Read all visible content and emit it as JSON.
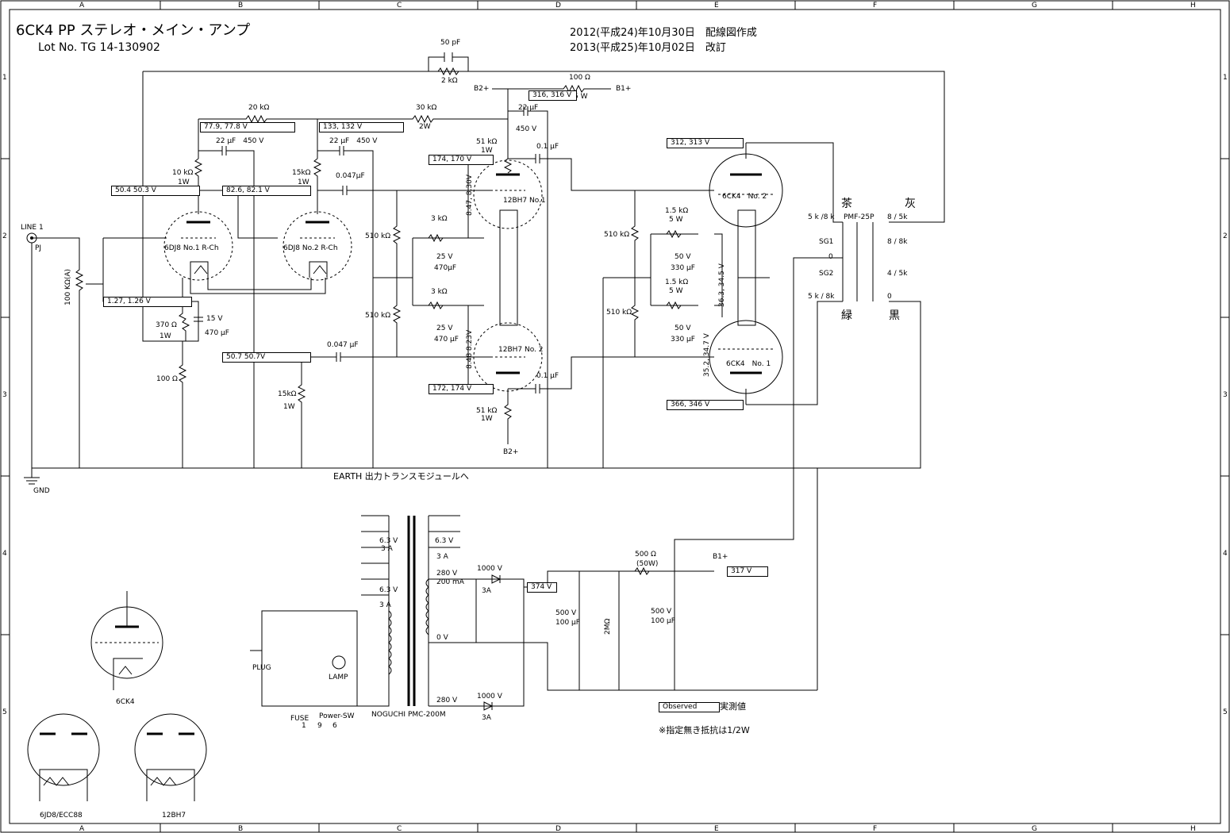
{
  "title": "6CK4 PP ステレオ・メイン・アンプ",
  "lot": "Lot No. TG 14-130902",
  "dates": {
    "created": "2012(平成24)年10月30日　配線図作成",
    "revised": "2013(平成25)年10月02日　改訂"
  },
  "border": {
    "cols": [
      "A",
      "B",
      "C",
      "D",
      "E",
      "F",
      "G",
      "H"
    ],
    "rows": [
      "1",
      "2",
      "3",
      "4",
      "5"
    ]
  },
  "tubes": {
    "v1": "6DJ8 No.1 R-Ch",
    "v2": "6DJ8 No.2 R-Ch",
    "v3": "12BH7 No.1",
    "v4": "12BH7 No. 2",
    "v5": "6CK4　No. 2",
    "v6": "6CK4　No. 1"
  },
  "components": {
    "c50p": "50 pF",
    "r2k": "2 kΩ",
    "r100": "100 Ω",
    "r100w": "5 W",
    "b2plus": "B2+",
    "b1plus": "B1+",
    "r20k": "20 kΩ",
    "r30k": "30 kΩ",
    "r30kw": "2W",
    "c22a": "22 μF",
    "c22a_v": "450 V",
    "c22b": "22 μF　450 V",
    "c22c": "22 μF　450 V",
    "r51k_top": "51 kΩ",
    "r51k_top_w": "1W",
    "r51k_bot": "51 kΩ",
    "r51k_bot_w": "1W",
    "c01_top": "0.1 μF",
    "c01_bot": "0.1 μF",
    "r10k": "10 kΩ",
    "r10k_w": "1W",
    "r15k": "15kΩ",
    "r15k_w": "1W",
    "c047a": "0.047μF",
    "c047b": "0.047 μF",
    "r3k_a": "3 kΩ",
    "r3k_b": "3 kΩ",
    "c25a": "25 V",
    "c470a": "470μF",
    "c25b": "25 V",
    "c470b": "470 μF",
    "r510a": "510 kΩ",
    "r510b": "510 kΩ",
    "r510c": "510 kΩ",
    "r510d": "510 kΩ",
    "r15ka": "1.5 kΩ",
    "r15ka_w": "5 W",
    "c50a": "50 V",
    "c330a": "330 μF",
    "r15kb": "1.5 kΩ",
    "r15kb_w": "5 W",
    "c50b": "50 V",
    "c330b": "330 μF",
    "r370": "370 Ω",
    "r370_w": "1W",
    "c15": "15 V",
    "c470c": "470 μF",
    "r100b": "100 Ω",
    "r15k_bot": "15kΩ",
    "r15k_bot_w": "1W",
    "vol": "100 KΩ(A)",
    "line1": "LINE 1",
    "pj": "PJ",
    "gnd": "GND",
    "earth": "EARTH 出力トランスモジュールへ",
    "opt": "PMF-25P",
    "sg1": "SG1",
    "sg2": "SG2",
    "ot_8k_l": "5 k /8 k",
    "ot_8k_r": "8 / 5k",
    "ot_8k_r2": "8 / 8k",
    "ot_4k": "4 / 5k",
    "ot_5k8": "5 k / 8k",
    "ot_0a": "0",
    "ot_0b": "0",
    "ot_cha": "茶",
    "ot_gray": "灰",
    "ot_midori": "緑",
    "ot_kuro": "黒"
  },
  "voltages": {
    "v316": "316, 316 V",
    "v779": "77.9, 77.8 V",
    "v133": "133, 132 V",
    "v174": "174, 170 V",
    "v504": "50.4 50.3 V",
    "v826": "82.6, 82.1 V",
    "v127": "1.27, 1.26 V",
    "v507": "50.7 50.7V",
    "v172": "172, 174 V",
    "v312": "312, 313 V",
    "v366": "366, 346 V",
    "v847": "8.47, 8.30V",
    "v848": "8.48 8.23V",
    "v363": "36.3, 34.5 V",
    "v352": "35.2, 34.7 V",
    "v374": "374 V",
    "v317": "317 V"
  },
  "power": {
    "pt": "NOGUCHI PMC-200M",
    "h63a": "6.3 V",
    "h3a_a": "3 A",
    "h63b": "6.3 V",
    "h3a_b": "3 A",
    "h63c": "6.3 V",
    "h3a_c": "3 A",
    "hv280a": "280 V",
    "hv200": "200 mA",
    "hv0": "0 V",
    "hv280b": "280 V",
    "d1": "1000 V",
    "d1a": "3A",
    "d2": "1000 V",
    "d2a": "3A",
    "c500a": "500 V",
    "c100a": "100 μF",
    "r2m": "2MΩ",
    "r500": "500 Ω",
    "r500w": "(50W)",
    "c500b": "500 V",
    "c100b": "100 μF",
    "plug": "PLUG",
    "lamp": "LAMP",
    "fuse": "FUSE",
    "sw": "Power-SW",
    "pin1": "1",
    "pin9": "9",
    "pin6": "6"
  },
  "legend": {
    "observed": "Observed",
    "observed_jp": "実測値",
    "note": "※指定無き抵抗は1/2W"
  },
  "pinouts": {
    "p6ck4": "6CK4",
    "p6dj8": "6JD8/ECC88",
    "p12bh7": "12BH7"
  }
}
